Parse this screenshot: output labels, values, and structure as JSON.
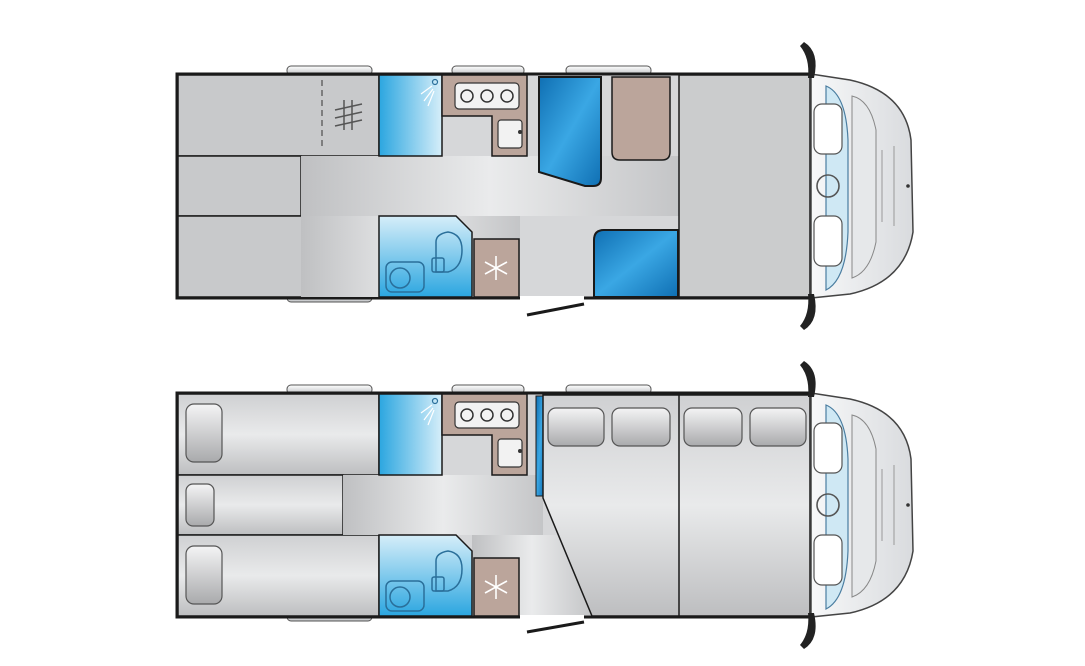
{
  "diagram": {
    "floorplans": [
      {
        "name": "day-layout",
        "mode": "day"
      },
      {
        "name": "night-layout",
        "mode": "night"
      }
    ],
    "icons": [
      "shower-icon",
      "hob-icon",
      "sink-icon",
      "toilet-icon",
      "washbasin-icon",
      "fridge-snowflake-icon",
      "steering-wheel-icon",
      "mirror-icon",
      "window-icon",
      "pillow-icon",
      "door-icon"
    ],
    "colors": {
      "cab_white": "#eef0f2",
      "cushion_grey": "#c8c9cb",
      "floor_grey": "#d6d7d9",
      "bathroom_blue": "#29a9e0",
      "seat_blue": "#1f8bcd",
      "counter_taupe": "#bba59b",
      "outline": "#1a1a1a"
    }
  }
}
